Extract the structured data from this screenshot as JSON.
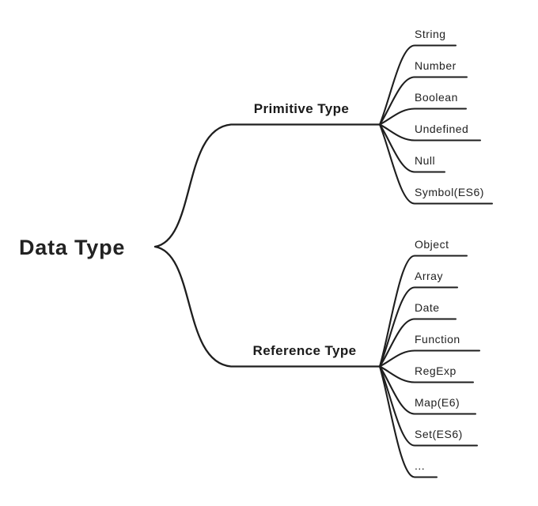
{
  "diagram": {
    "root": {
      "label": "Data Type"
    },
    "branches": [
      {
        "label": "Primitive Type",
        "leaves": [
          "String",
          "Number",
          "Boolean",
          "Undefined",
          "Null",
          "Symbol(ES6)"
        ]
      },
      {
        "label": "Reference Type",
        "leaves": [
          "Object",
          "Array",
          "Date",
          "Function",
          "RegExp",
          "Map(E6)",
          "Set(ES6)",
          "..."
        ]
      }
    ],
    "colors": {
      "root_label": "#3e45b2",
      "line": "#1e1e1e",
      "leaf_text": "#222222"
    }
  }
}
